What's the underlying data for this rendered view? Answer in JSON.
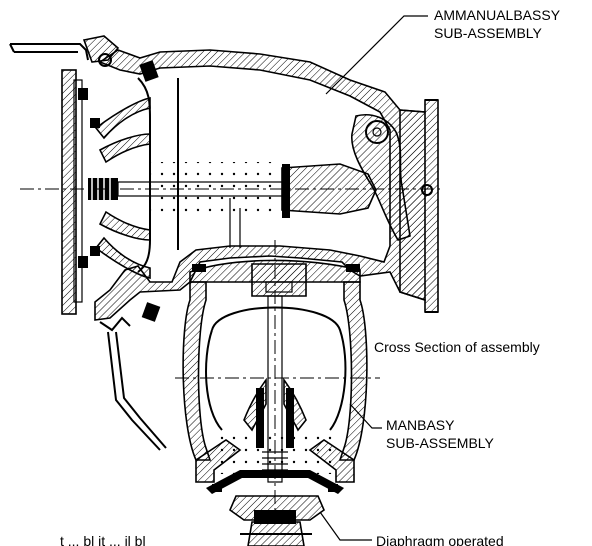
{
  "labels": {
    "upper_subassembly_line1": "AMMANUALBASSY",
    "upper_subassembly_line2": "SUB-ASSEMBLY",
    "cross_section": "Cross Section of assembly",
    "lower_subassembly_line1": "MANBASY",
    "lower_subassembly_line2": "SUB-ASSEMBLY",
    "diaphragm": "Diaphragm operated",
    "cut_off_text": "t ... bl it ... il bl"
  }
}
